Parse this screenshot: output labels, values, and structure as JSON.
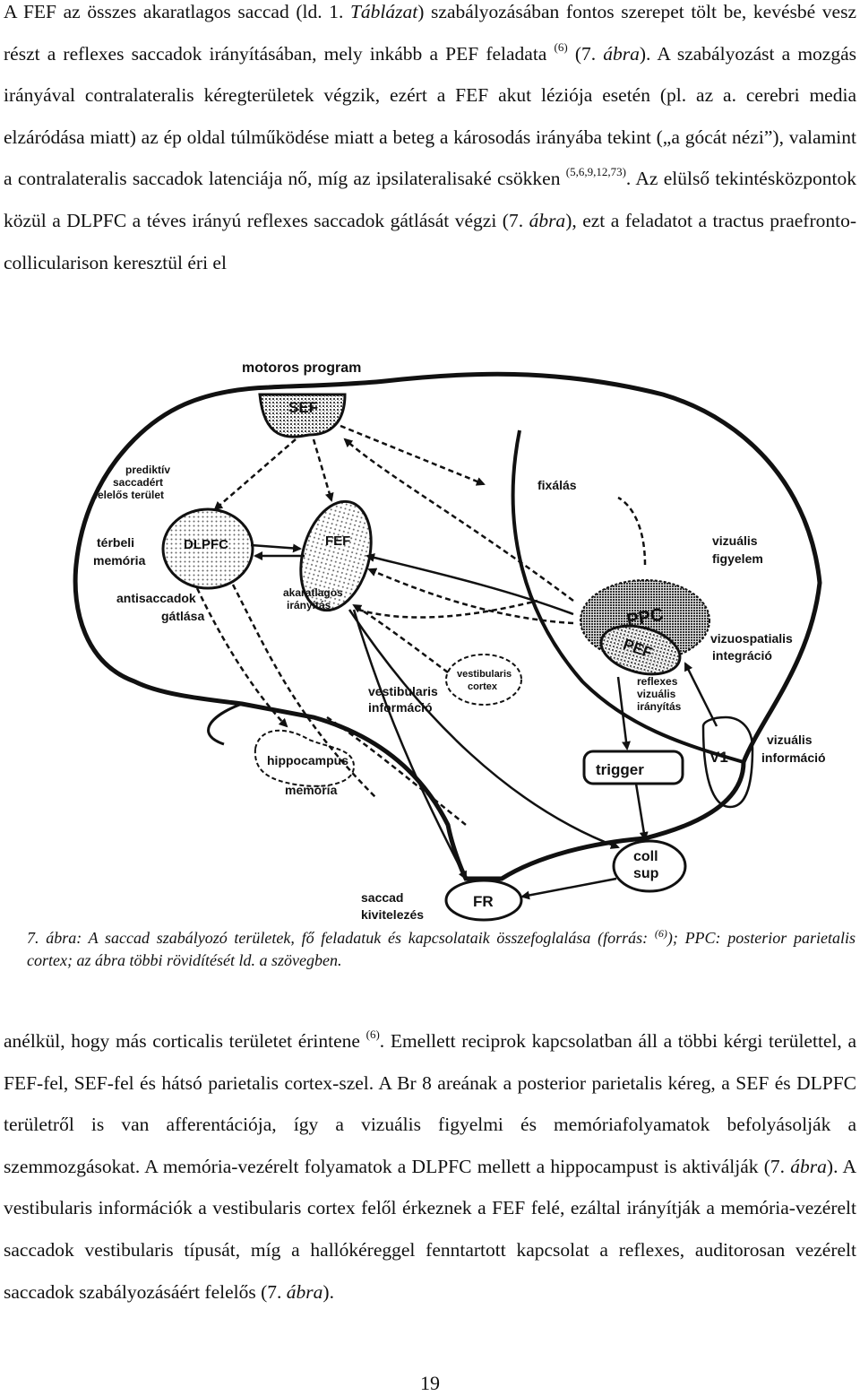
{
  "text_top": {
    "s1": "A FEF az összes akaratlagos saccad (ld. 1. ",
    "s1_italic": "Táblázat",
    "s2": ") szabályozásában fontos szerepet tölt be, kevésbé vesz részt a reflexes saccadok irányításában, mely inkább a PEF feladata ",
    "ref1": "(6)",
    "s3": " (7. ",
    "s3_italic": "ábra",
    "s4": "). A szabályozást a mozgás irányával contralateralis kéregterületek végzik, ezért a FEF akut léziója esetén (pl. az a. cerebri media elzáródása miatt) az ép oldal túlműködése miatt a beteg a károsodás irányába tekint („a gócát nézi”), valamint a contralateralis saccadok latenciája nő, míg az ipsilateralisaké csökken ",
    "ref2": "(5,6,9,12,73)",
    "s5": ". Az elülső tekintésközpontok közül a DLPFC a téves irányú reflexes saccadok gátlását végzi (7. ",
    "s5_italic": "ábra",
    "s6": "), ezt a feladatot a tractus praefronto-collicularison keresztül éri el"
  },
  "figure": {
    "labels": {
      "motoros_program": "motoros program",
      "sef": "SEF",
      "prediktiv_1": "prediktív",
      "prediktiv_2": "saccadért",
      "prediktiv_3": "felelős terület",
      "terbeli_1": "térbeli",
      "terbeli_2": "memória",
      "dlpfc": "DLPFC",
      "fef": "FEF",
      "akaratlagos_1": "akaratlagos",
      "akaratlagos_2": "irányítás",
      "antisaccadok_1": "antisaccadok",
      "antisaccadok_2": "gátlása",
      "fixalas": "fixálás",
      "vizualis_figyelem_1": "vizuális",
      "vizualis_figyelem_2": "figyelem",
      "ppc": "PPC",
      "pef": "PEF",
      "vizuospatialis_1": "vizuospatialis",
      "vizuospatialis_2": "integráció",
      "vestibularis_cortex_1": "vestibularis",
      "vestibularis_cortex_2": "cortex",
      "vestibularis_info_1": "vestibularis",
      "vestibularis_info_2": "információ",
      "reflexes_1": "reflexes",
      "reflexes_2": "vizuális",
      "reflexes_3": "irányítás",
      "hippocampus": "hippocampus",
      "memoria": "memória",
      "v1": "V1",
      "vizualis_info_1": "vizuális",
      "vizualis_info_2": "információ",
      "trigger": "trigger",
      "coll": "coll",
      "sup": "sup",
      "saccad_1": "saccad",
      "saccad_2": "kivitelezés",
      "fr": "FR"
    }
  },
  "caption": {
    "c1": "7. ábra: A saccad szabályozó területek, fő feladatuk és kapcsolataik összefoglalása (forrás: ",
    "ref": "(6)",
    "c2": "); PPC: posterior parietalis cortex; az ábra többi rövidítését ld. a szövegben."
  },
  "text_bottom": {
    "s1": "anélkül, hogy más corticalis területet érintene ",
    "ref1": "(6)",
    "s2": ". Emellett reciprok kapcsolatban áll a többi kérgi területtel, a FEF-fel, SEF-fel és hátsó parietalis cortex-szel. A Br 8 areának a posterior parietalis kéreg, a SEF és DLPFC területről is van afferentációja, így a vizuális figyelmi és memóriafolyamatok befolyásolják a szemmozgásokat. A memória-vezérelt folyamatok a DLPFC mellett a hippocampust is aktiválják (7. ",
    "s2_italic": "ábra",
    "s3": "). A vestibularis információk a vestibularis cortex felől érkeznek a FEF felé, ezáltal irányítják a memória-vezérelt saccadok vestibularis típusát, míg a hallókéreggel fenntartott kapcsolat a reflexes, auditorosan vezérelt saccadok szabályozásáért felelős (7. ",
    "s3_italic": "ábra",
    "s4": ")."
  },
  "page_number": "19"
}
